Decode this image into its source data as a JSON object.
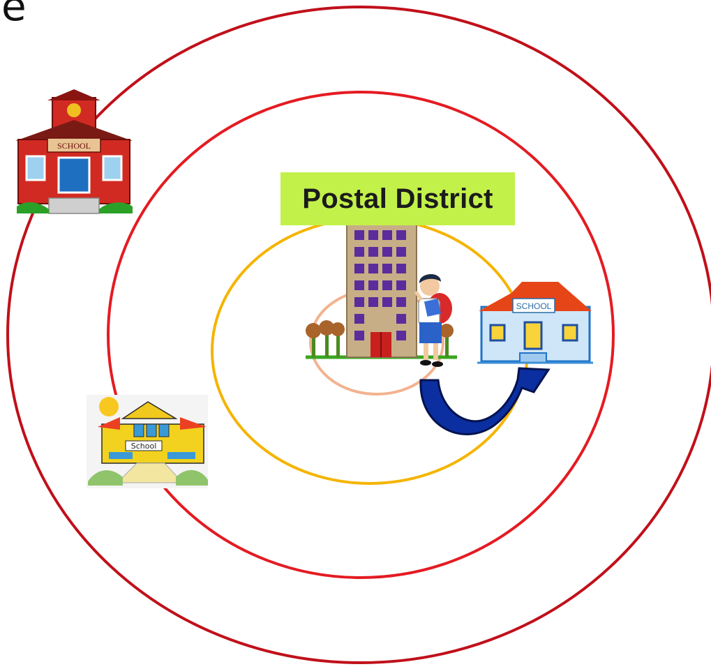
{
  "header": {
    "partial_letter": "e"
  },
  "district": {
    "label": "Postal District"
  },
  "icons": {
    "school_top_left": "schoolhouse-red-icon",
    "school_left": "school-yellow-icon",
    "school_right": "school-blue-icon",
    "building": "apartment-building-icon",
    "student": "student-with-backpack-icon",
    "arrow": "curved-arrow-icon"
  },
  "school_signs": {
    "red": "SCHOOL",
    "yellow": "School",
    "blue": "SCHOOL"
  },
  "colors": {
    "outer_ring": "#c0101a",
    "middle_ring": "#e41b22",
    "inner_ring": "#f5b400",
    "core_ring": "#f2b38f",
    "label_bg": "#c2f14a",
    "arrow": "#0b2fa0"
  }
}
